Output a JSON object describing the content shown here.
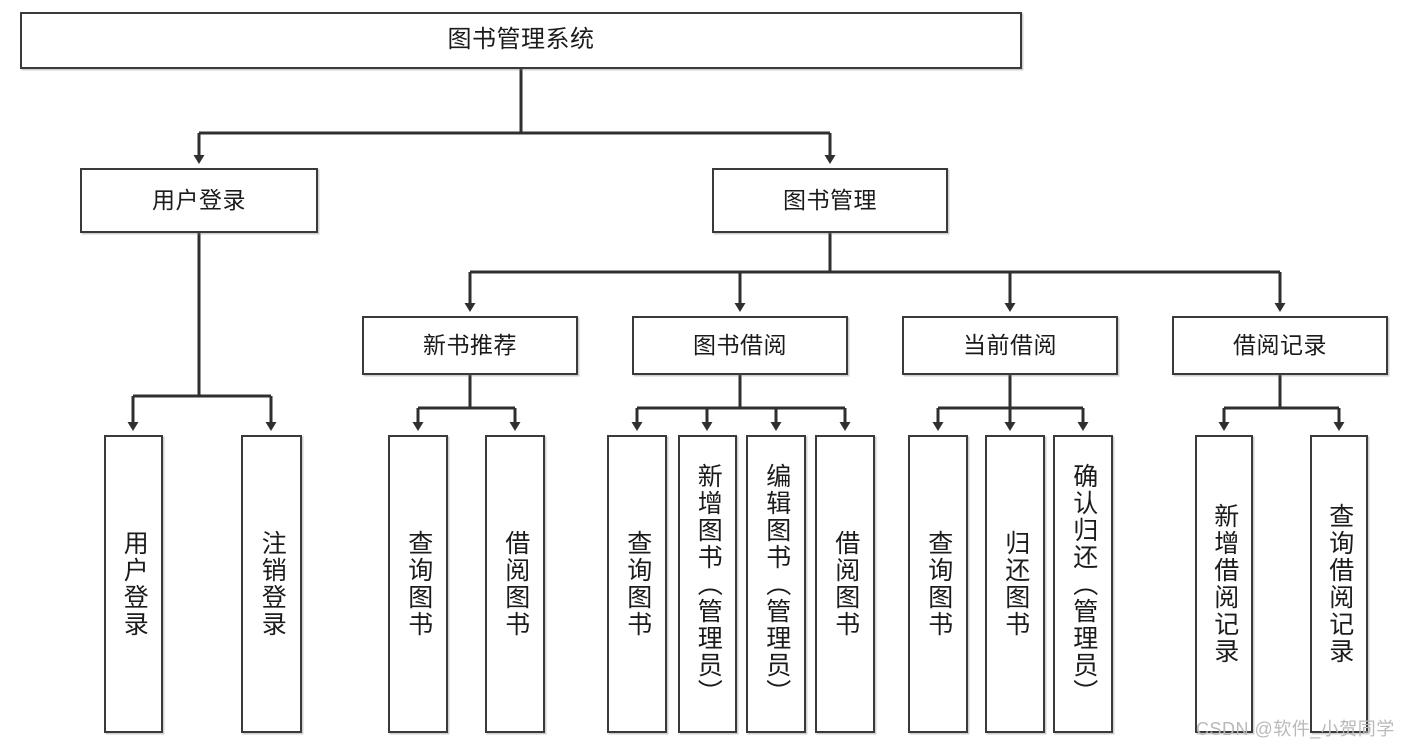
{
  "diagram": {
    "title": "图书管理系统",
    "watermark": "CSDN @软件_小贺同学",
    "colors": {
      "box_border": "#3a3a3a",
      "box_fill": "#ffffff",
      "text": "#1b1b1b",
      "edge": "#2f2f2f",
      "watermark": "#b9b9b9"
    },
    "nodes": {
      "root": {
        "label": "图书管理系统"
      },
      "level1": [
        {
          "label": "用户登录"
        },
        {
          "label": "图书管理"
        }
      ],
      "level2": [
        {
          "label": "新书推荐"
        },
        {
          "label": "图书借阅"
        },
        {
          "label": "当前借阅"
        },
        {
          "label": "借阅记录"
        }
      ],
      "leaves": [
        {
          "label": "用户登录"
        },
        {
          "label": "注销登录"
        },
        {
          "label": "查询图书"
        },
        {
          "label": "借阅图书"
        },
        {
          "label": "查询图书"
        },
        {
          "label": "新增图书（管理员）"
        },
        {
          "label": "编辑图书（管理员）"
        },
        {
          "label": "借阅图书"
        },
        {
          "label": "查询图书"
        },
        {
          "label": "归还图书"
        },
        {
          "label": "确认归还（管理员）"
        },
        {
          "label": "新增借阅记录"
        },
        {
          "label": "查询借阅记录"
        }
      ]
    }
  }
}
